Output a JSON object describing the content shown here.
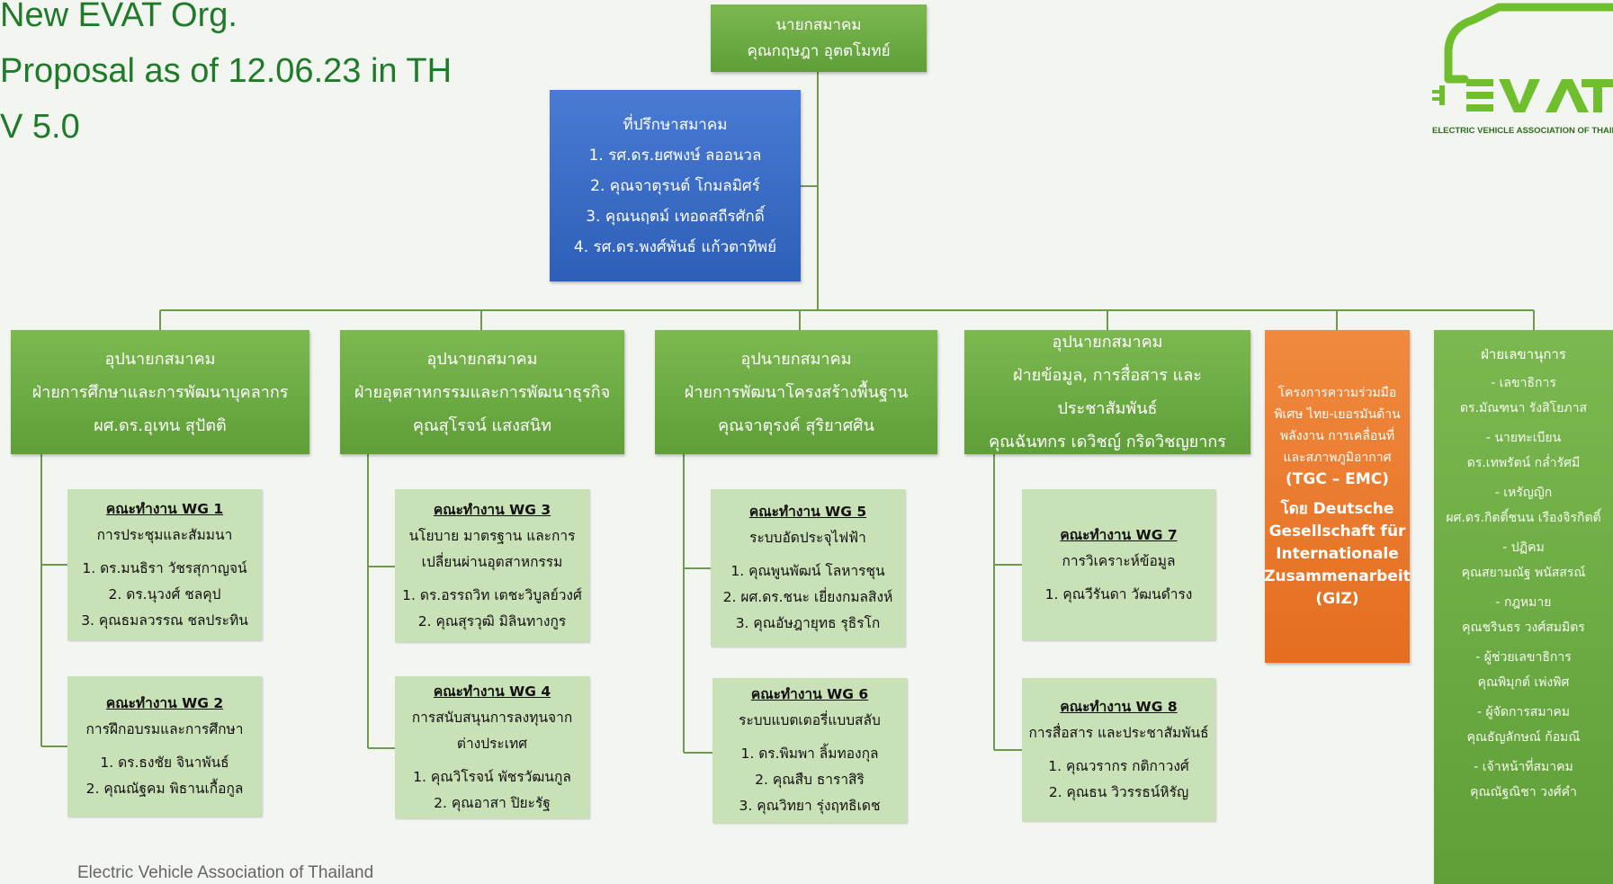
{
  "title": {
    "lines": [
      "New EVAT Org.",
      "Proposal as of 12.06.23 in TH",
      "V 5.0"
    ]
  },
  "logo": {
    "text": "EVAT",
    "tagline": "ELECTRIC VEHICLE ASSOCIATION OF THAILAND"
  },
  "footer": "Electric Vehicle Association of Thailand",
  "president": {
    "role": "นายกสมาคม",
    "name": "คุณกฤษฎา อุตตโมทย์"
  },
  "advisors": {
    "title": "ที่ปรึกษาสมาคม",
    "items": [
      "1. รศ.ดร.ยศพงษ์ ลออนวล",
      "2. คุณจาตุรนต์ โกมลมิศร์",
      "3. คุณนฤตม์ เทอดสถีรศักดิ์",
      "4. รศ.ดร.พงศ์พันธ์ แก้วตาทิพย์"
    ]
  },
  "divisions": [
    {
      "lines": [
        "อุปนายกสมาคม",
        "ฝ่ายการศึกษาและการพัฒนาบุคลากร",
        "ผศ.ดร.อุเทน สุปัตติ"
      ]
    },
    {
      "lines": [
        "อุปนายกสมาคม",
        "ฝ่ายอุตสาหกรรมและการพัฒนาธุรกิจ",
        "คุณสุโรจน์ แสงสนิท"
      ]
    },
    {
      "lines": [
        "อุปนายกสมาคม",
        "ฝ่ายการพัฒนาโครงสร้างพื้นฐาน",
        "คุณจาตุรงค์ สุริยาศศิน"
      ]
    },
    {
      "lines": [
        "อุปนายกสมาคม",
        "ฝ่ายข้อมูล, การสื่อสาร และ",
        "ประชาสัมพันธ์",
        "คุณฉันทกร เดวิชญ์ กริดวิชญยากร"
      ]
    }
  ],
  "working_groups": [
    {
      "title": "คณะทำงาน WG 1",
      "desc": [
        "การประชุมและสัมมนา"
      ],
      "members": [
        "1. ดร.มนธิรา วัชรสุกาญจน์",
        "2. ดร.นุวงศ์ ชลคุป",
        "3. คุณธมลวรรณ ชลประทิน"
      ]
    },
    {
      "title": "คณะทำงาน WG 2",
      "desc": [
        "การฝึกอบรมและการศึกษา"
      ],
      "members": [
        "1. ดร.ธงชัย จินาพันธ์",
        "2. คุณณัฐคม พิธานเกื้อกูล"
      ]
    },
    {
      "title": "คณะทำงาน WG 3",
      "desc": [
        "นโยบาย มาตรฐาน และการ",
        "เปลี่ยนผ่านอุตสาหกรรม"
      ],
      "members": [
        "1. ดร.อรรถวิท เตชะวิบูลย์วงศ์",
        "2. คุณสุรวุฒิ มิลินทางกูร"
      ]
    },
    {
      "title": "คณะทำงาน WG 4",
      "desc": [
        "การสนับสนุนการลงทุนจาก",
        "ต่างประเทศ"
      ],
      "members": [
        "1. คุณวิโรจน์ พัชรวัฒนกูล",
        "2. คุณอาสา ปิยะรัฐ"
      ]
    },
    {
      "title": "คณะทำงาน WG 5",
      "desc": [
        "ระบบอัดประจุไฟฟ้า"
      ],
      "members": [
        "1. คุณพูนพัฒน์ โลหารชุน",
        "2. ผศ.ดร.ชนะ เยี่ยงกมลสิงห์",
        "3. คุณอัษฎายุทธ รุธิรโก"
      ]
    },
    {
      "title": "คณะทำงาน WG 6",
      "desc": [
        "ระบบแบตเตอรี่แบบสลับ"
      ],
      "members": [
        "1. ดร.พิมพา ลิ้มทองกุล",
        "2. คุณสืบ ธาราสิริ",
        "3. คุณวิทยา รุ่งฤทธิเดช"
      ]
    },
    {
      "title": "คณะทำงาน WG 7",
      "desc": [
        "การวิเคราะห์ข้อมูล"
      ],
      "members": [
        "1. คุณวีรันดา วัฒนดำรง"
      ]
    },
    {
      "title": "คณะทำงาน WG 8",
      "desc": [
        "การสื่อสาร และประชาสัมพันธ์"
      ],
      "members": [
        "1. คุณวรากร กติกาวงศ์",
        "2. คุณธน วิวรรธน์หิรัญ"
      ]
    }
  ],
  "tgc": {
    "lines": [
      "โครงการความร่วมมือ",
      "พิเศษ ไทย-เยอรมันด้าน",
      "พลังงาน การเคลื่อนที่",
      "และสภาพภูมิอากาศ"
    ],
    "acronym": "(TGC – EMC)",
    "by_lines": [
      "โดย Deutsche",
      "Gesellschaft für",
      "Internationale",
      "Zusammenarbeit",
      "(GIZ)"
    ]
  },
  "secretariat": {
    "title": "ฝ่ายเลขานุการ",
    "items": [
      {
        "role": "- เลขาธิการ",
        "name": "ดร.มัณฑนา รังสิโยภาส"
      },
      {
        "role": "- นายทะเบียน",
        "name": "ดร.เทพรัตน์ กล่ำรัศมี"
      },
      {
        "role": "- เหรัญญิก",
        "name": "ผศ.ดร.กิตติ์ชนน เรืองจิรกิตติ์"
      },
      {
        "role": "- ปฏิคม",
        "name": "คุณสยามณัฐ พนัสสรณ์"
      },
      {
        "role": "- กฎหมาย",
        "name": "คุณชรินธร วงศ์สมมิตร"
      },
      {
        "role": "- ผู้ช่วยเลขาธิการ",
        "name": "คุณพิมุกต์ เพ่งพิศ"
      },
      {
        "role": "- ผู้จัดการสมาคม",
        "name": "คุณธัญลักษณ์ ก้อมณี"
      },
      {
        "role": "- เจ้าหน้าที่สมาคม",
        "name": "คุณณัฐณิชา วงศ์คำ"
      }
    ]
  },
  "colors": {
    "green": "#6aaa43",
    "blue": "#3567c4",
    "orange": "#ea7a2c",
    "wg_bg": "#c9e1b6",
    "title": "#1f7a2a",
    "line": "#6d9a4f"
  }
}
